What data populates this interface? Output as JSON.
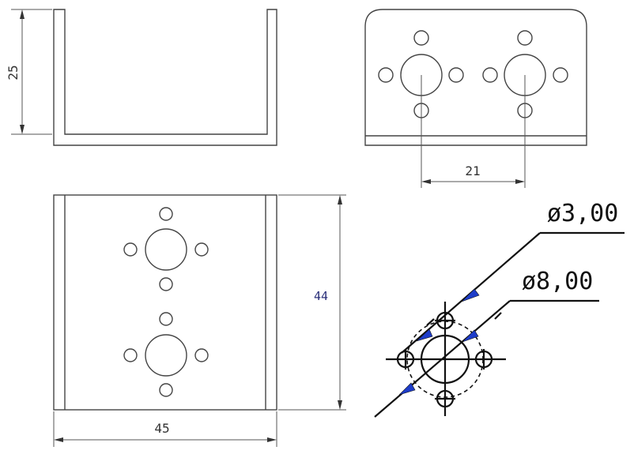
{
  "dimensions": {
    "height_side": "25",
    "hole_spacing": "21",
    "length_top": "44",
    "width_bottom": "45",
    "diameter_small": "ø3,00",
    "diameter_large": "ø8,00"
  }
}
